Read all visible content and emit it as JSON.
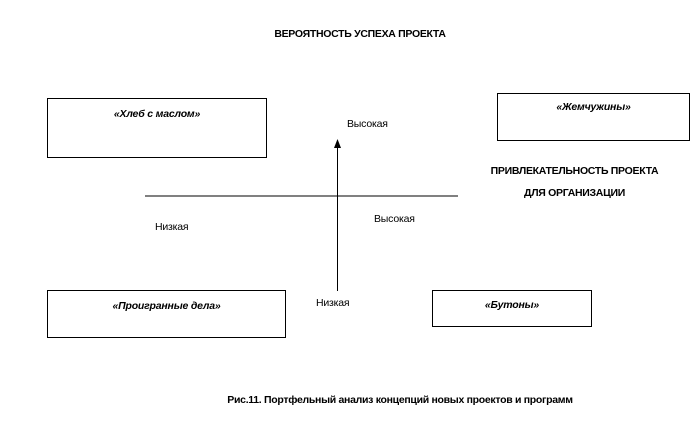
{
  "title": "ВЕРОЯТНОСТЬ УСПЕХА ПРОЕКТА",
  "quadrants": {
    "top_left": "«Хлеб с маслом»",
    "top_right": "«Жемчужины»",
    "bottom_left": "«Проигранные дела»",
    "bottom_right": "«Бутоны»"
  },
  "vertical_axis": {
    "high_label": "Высокая",
    "low_label": "Низкая"
  },
  "horizontal_axis": {
    "title_line1": "ПРИВЛЕКАТЕЛЬНОСТЬ ПРОЕКТА",
    "title_line2": "ДЛЯ ОРГАНИЗАЦИИ",
    "high_label": "Высокая",
    "low_label": "Низкая"
  },
  "caption": "Рис.11. Портфельный анализ концепций новых проектов и программ"
}
